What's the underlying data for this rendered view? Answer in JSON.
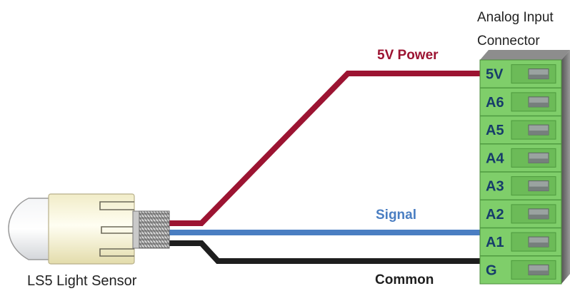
{
  "sensor": {
    "label": "LS5 Light Sensor"
  },
  "connector": {
    "title_line1": "Analog Input",
    "title_line2": "Connector",
    "pins": [
      "5V",
      "A6",
      "A5",
      "A4",
      "A3",
      "A2",
      "A1",
      "G"
    ]
  },
  "wires": {
    "power": {
      "label": "5V Power",
      "color": "#9c1432"
    },
    "signal": {
      "label": "Signal",
      "color": "#4a7ec2"
    },
    "common": {
      "label": "Common",
      "color": "#1e1e1e"
    }
  },
  "colors": {
    "connector_body": "#7fce6a",
    "connector_side": "#6a6a6a",
    "pin_text": "#163c6a"
  }
}
